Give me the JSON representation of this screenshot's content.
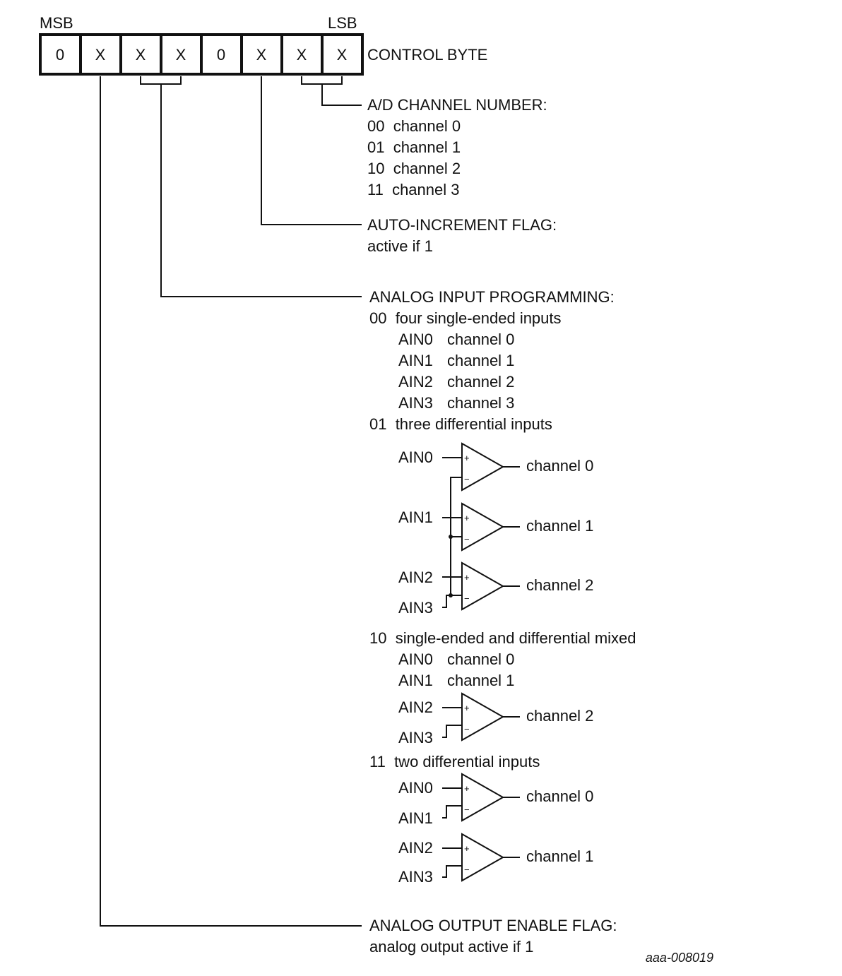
{
  "control_byte": {
    "msb_label": "MSB",
    "lsb_label": "LSB",
    "bits": [
      "0",
      "X",
      "X",
      "X",
      "0",
      "X",
      "X",
      "X"
    ],
    "title": "CONTROL BYTE"
  },
  "ad_channel": {
    "heading": "A/D CHANNEL NUMBER:",
    "lines": [
      "00  channel 0",
      "01  channel 1",
      "10  channel 2",
      "11  channel 3"
    ]
  },
  "auto_increment": {
    "heading": "AUTO-INCREMENT FLAG:",
    "line": "active if 1"
  },
  "analog_input": {
    "heading": "ANALOG INPUT PROGRAMMING:",
    "mode00": {
      "title": "00  four single-ended inputs",
      "rows": [
        {
          "input": "AIN0",
          "channel": "channel 0"
        },
        {
          "input": "AIN1",
          "channel": "channel 1"
        },
        {
          "input": "AIN2",
          "channel": "channel 2"
        },
        {
          "input": "AIN3",
          "channel": "channel 3"
        }
      ]
    },
    "mode01": {
      "title": "01  three differential inputs",
      "inputs": [
        "AIN0",
        "AIN1",
        "AIN2",
        "AIN3"
      ],
      "outputs": [
        "channel 0",
        "channel 1",
        "channel 2"
      ]
    },
    "mode10": {
      "title": "10  single-ended and differential mixed",
      "rows": [
        {
          "input": "AIN0",
          "channel": "channel 0"
        },
        {
          "input": "AIN1",
          "channel": "channel 1"
        }
      ],
      "diff_inputs": [
        "AIN2",
        "AIN3"
      ],
      "diff_output": "channel 2"
    },
    "mode11": {
      "title": "11  two differential inputs",
      "inputs": [
        "AIN0",
        "AIN1",
        "AIN2",
        "AIN3"
      ],
      "outputs": [
        "channel 0",
        "channel 1"
      ]
    }
  },
  "analog_output": {
    "heading": "ANALOG OUTPUT ENABLE FLAG:",
    "line": "analog output active if 1"
  },
  "signs": {
    "plus": "+",
    "minus": "−"
  },
  "figure_ref": "aaa-008019"
}
